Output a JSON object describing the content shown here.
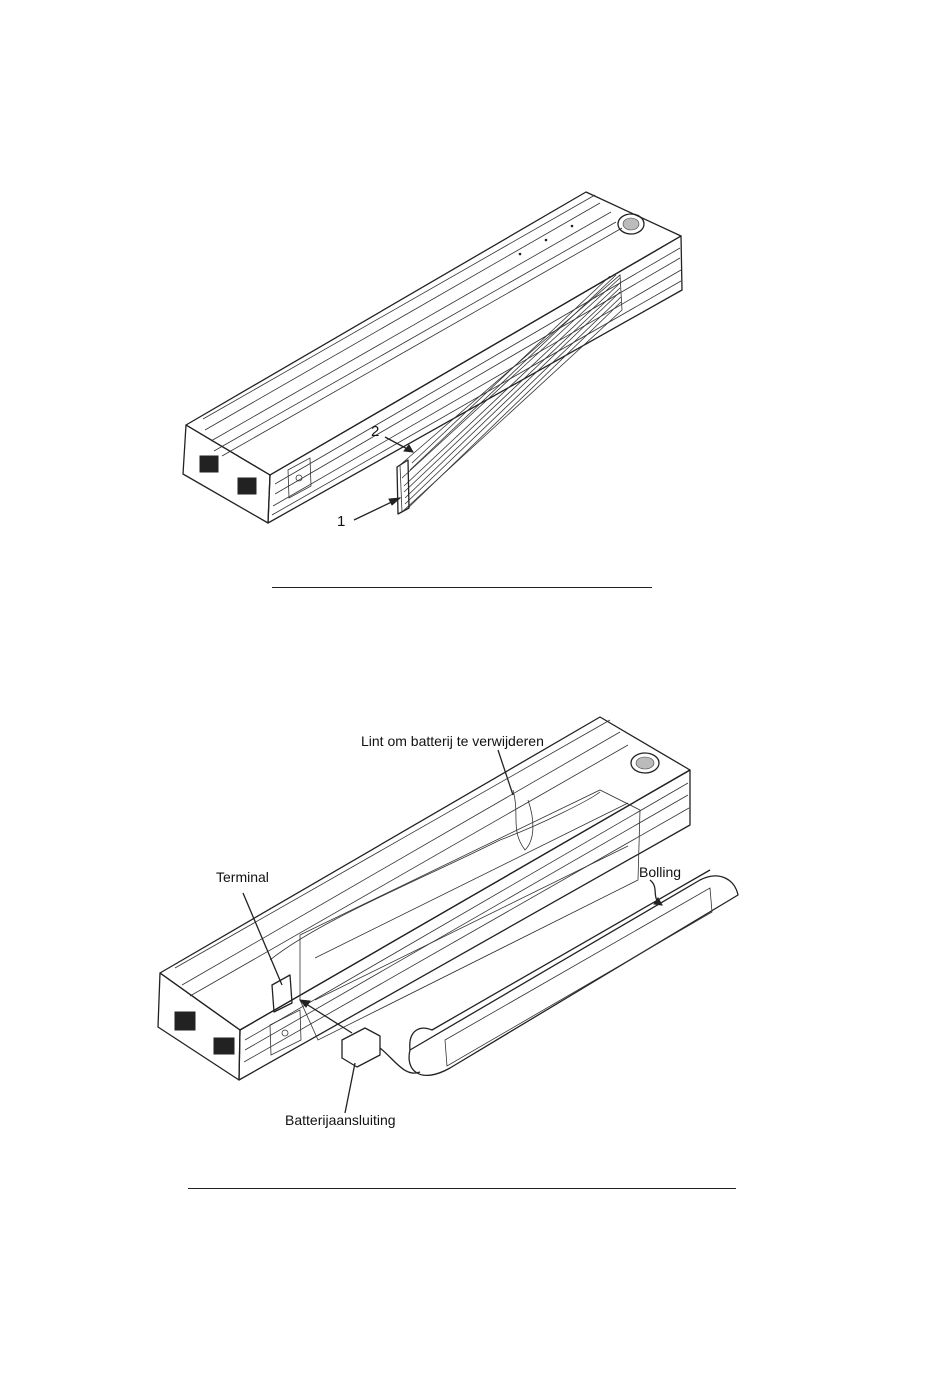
{
  "figure1": {
    "callouts": {
      "one": "1",
      "two": "2"
    }
  },
  "figure2": {
    "labels": {
      "ribbon": "Lint om batterij te verwijderen",
      "terminal": "Terminal",
      "notch": "Bolling",
      "connector": "Batterijaansluiting"
    }
  }
}
